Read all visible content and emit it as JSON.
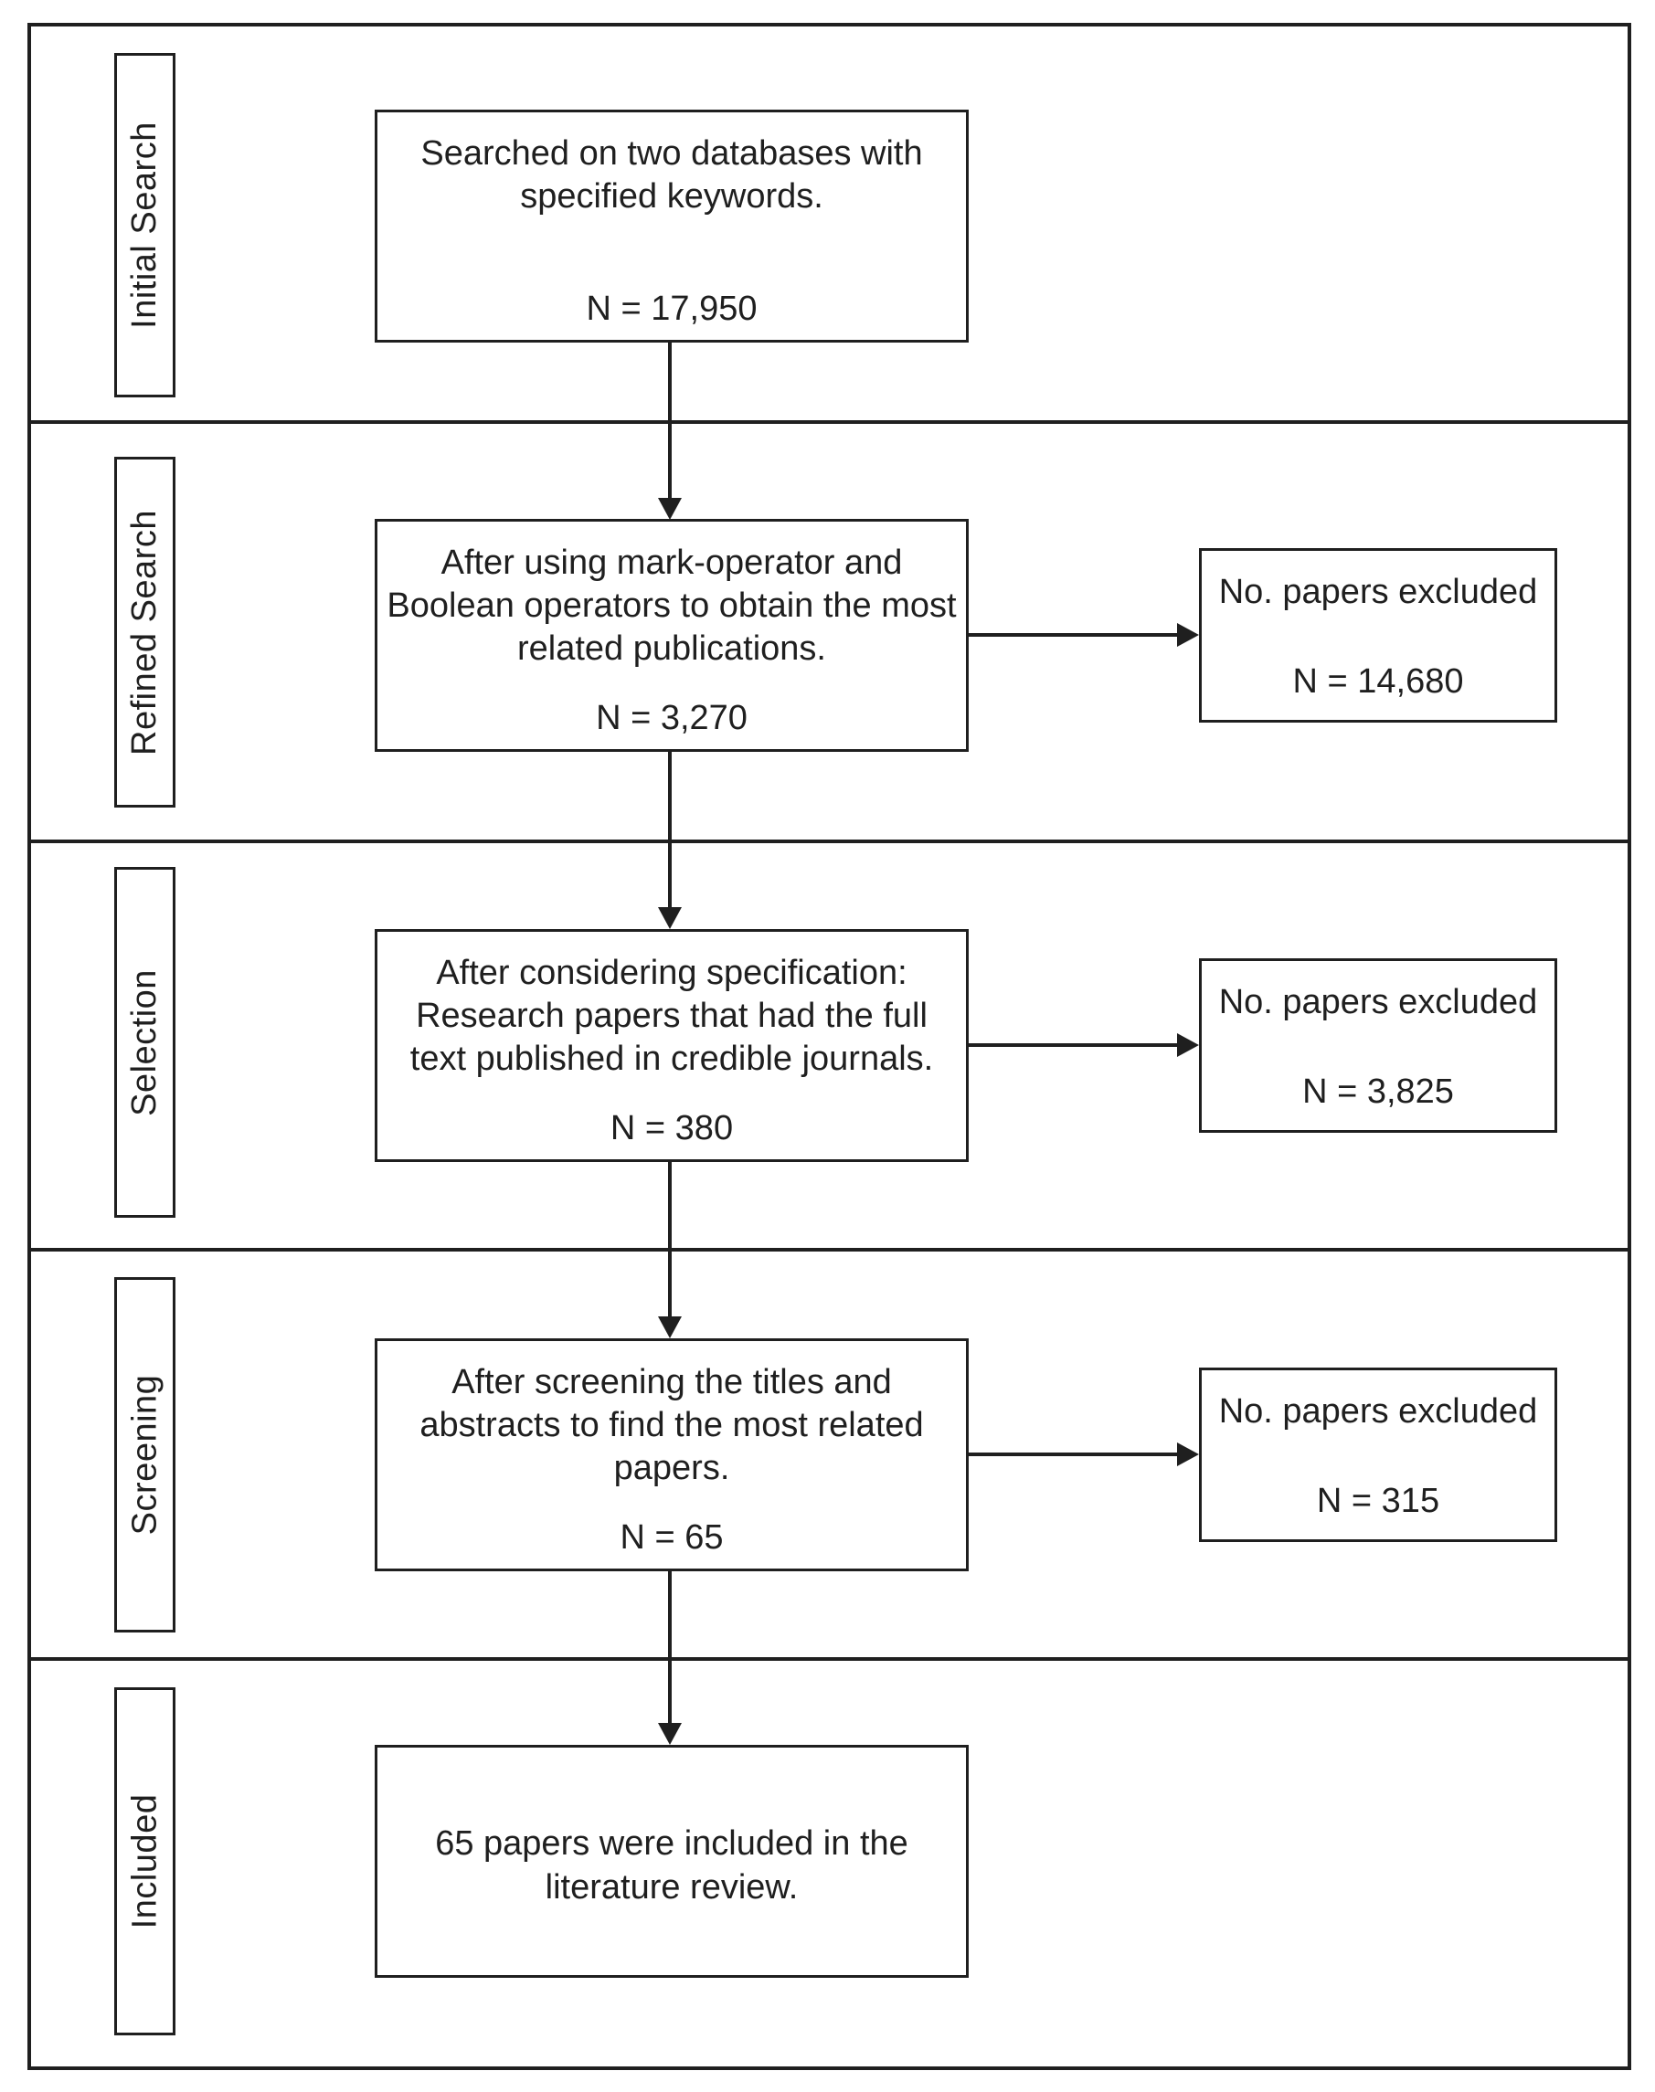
{
  "colors": {
    "ink": "#1f1f1f",
    "background": "#ffffff"
  },
  "stages": [
    {
      "label": "Initial Search",
      "text": "Searched on two databases with\nspecified keywords.",
      "count": "N = 17,950"
    },
    {
      "label": "Refined Search",
      "text": "After using mark-operator and\nBoolean operators to obtain the most\nrelated publications.",
      "count": "N = 3,270",
      "excluded_title": "No. papers excluded",
      "excluded_count": "N = 14,680"
    },
    {
      "label": "Selection",
      "text": "After considering specification:\nResearch papers that had the full\ntext published in credible journals.",
      "count": "N = 380",
      "excluded_title": "No. papers excluded",
      "excluded_count": "N = 3,825"
    },
    {
      "label": "Screening",
      "text": "After screening the titles and\nabstracts to find the most related\npapers.",
      "count": "N = 65",
      "excluded_title": "No. papers excluded",
      "excluded_count": "N = 315"
    },
    {
      "label": "Included",
      "text": "65 papers were included in the\nliterature review."
    }
  ]
}
